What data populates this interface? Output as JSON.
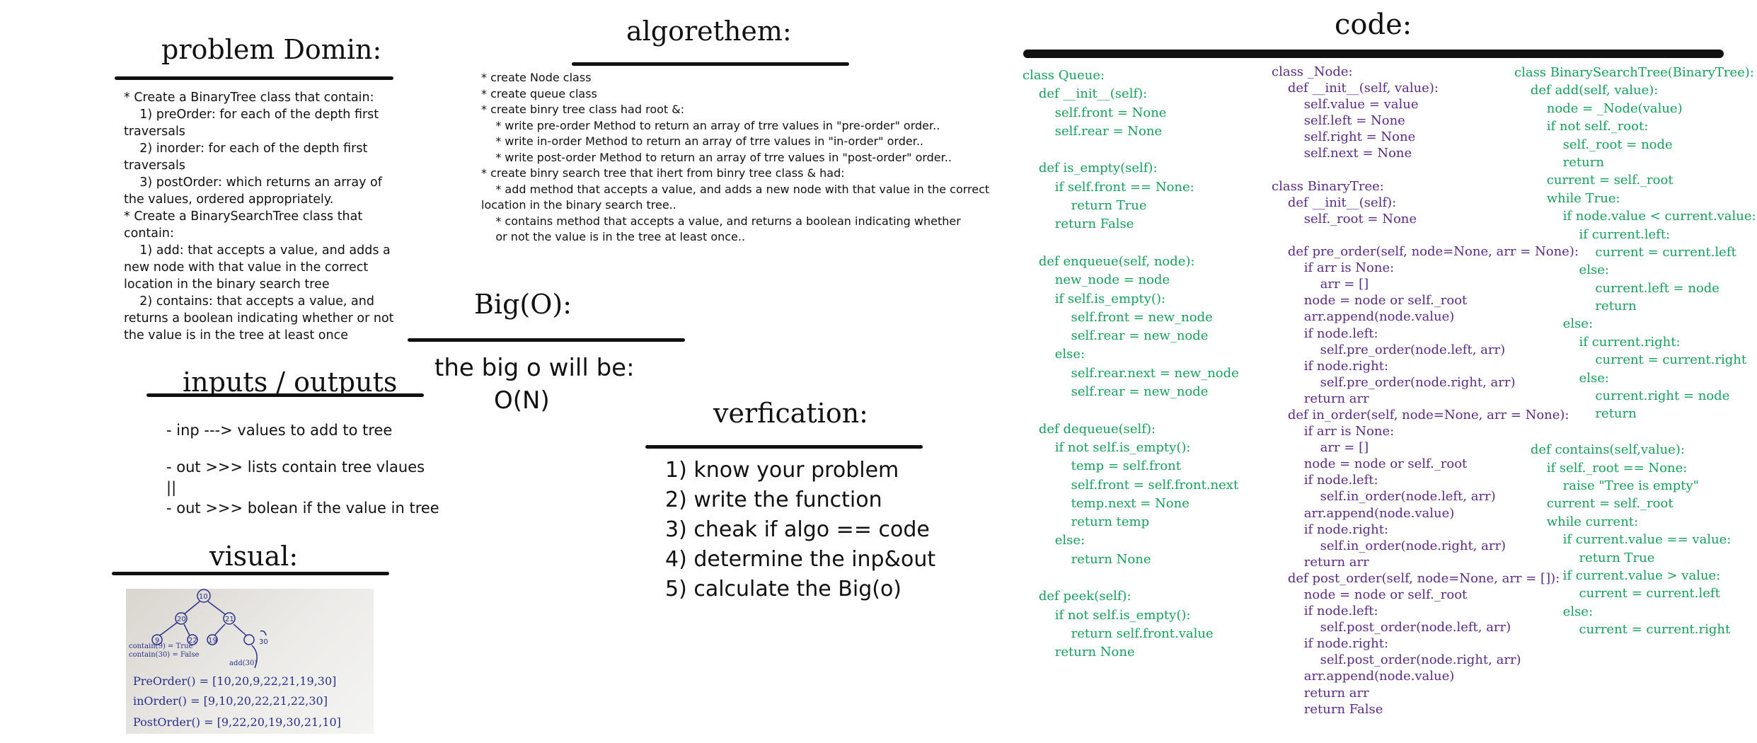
{
  "headings": {
    "problem": "problem Domin:",
    "algorithm": "algorethem:",
    "code": "code:",
    "bigo": "Big(O):",
    "io": "inputs / outputs",
    "verification": "verfication:",
    "visual": "visual:"
  },
  "problem_text": "* Create a BinaryTree class that contain:\n    1) preOrder: for each of the depth first traversals\n    2) inorder: for each of the depth first traversals\n    3) postOrder: which returns an array of the values, ordered appropriately.\n* Create a BinarySearchTree class that contain:\n    1) add: that accepts a value, and adds a new node with that value in the correct location in the binary search tree\n    2) contains: that accepts a value, and returns a boolean indicating whether or not the value is in the tree at least once",
  "algorithm_lines": [
    "* create Node class",
    "* create queue class",
    "* create binry tree class had root &:",
    "    * write pre-order Method to return an array of trre values in \"pre-order\" order..",
    "    * write in-order Method to return an array of trre values in \"in-order\" order..",
    "    * write post-order Method to return an array of trre values in \"post-order\" order..",
    "* create binry search tree that ihert from binry tree class & had:",
    "    * add method that accepts a value, and adds a new node with that value in the correct",
    "location in the binary search tree..",
    "    * contains method that accepts a value, and returns a boolean indicating whether",
    "    or not the value is in the tree at least once.."
  ],
  "bigo_text": {
    "line1": "the big o will be:",
    "line2": "O(N)"
  },
  "io_lines": [
    "- inp ---> values to add to tree",
    "",
    "- out >>> lists contain tree vlaues",
    "||",
    "- out >>> bolean if the value in tree"
  ],
  "verification_lines": [
    "1) know your problem",
    "2) write the function",
    "3) cheak if algo == code",
    "4) determine the inp&out",
    "5) calculate the Big(o)"
  ],
  "visual_photo": {
    "root": "10",
    "nodes": [
      "20",
      "21",
      "9",
      "22",
      "19"
    ],
    "contain_true": "contain(9) = True",
    "contain_false": "contain(30) = False",
    "add": "add(30)",
    "added_node": "30",
    "preorder": "PreOrder() = [10,20,9,22,21,19,30]",
    "inorder": "inOrder() = [9,10,20,22,21,22,30]",
    "postorder": "PostOrder() = [9,22,20,19,30,21,10]"
  },
  "code_col1": [
    "class Queue:",
    "    def __init__(self):",
    "        self.front = None",
    "        self.rear = None",
    "",
    "    def is_empty(self):",
    "        if self.front == None:",
    "            return True",
    "        return False",
    "",
    "    def enqueue(self, node):",
    "        new_node = node",
    "        if self.is_empty():",
    "            self.front = new_node",
    "            self.rear = new_node",
    "        else:",
    "            self.rear.next = new_node",
    "            self.rear = new_node",
    "",
    "    def dequeue(self):",
    "        if not self.is_empty():",
    "            temp = self.front",
    "            self.front = self.front.next",
    "            temp.next = None",
    "            return temp",
    "        else:",
    "            return None",
    "",
    "    def peek(self):",
    "        if not self.is_empty():",
    "            return self.front.value",
    "        return None"
  ],
  "code_col2": [
    "class _Node:",
    "    def __init__(self, value):",
    "        self.value = value",
    "        self.left = None",
    "        self.right = None",
    "        self.next = None",
    "",
    "class BinaryTree:",
    "    def __init__(self):",
    "        self._root = None",
    "",
    "    def pre_order(self, node=None, arr = None):",
    "        if arr is None:",
    "            arr = []",
    "        node = node or self._root",
    "        arr.append(node.value)",
    "        if node.left:",
    "            self.pre_order(node.left, arr)",
    "        if node.right:",
    "            self.pre_order(node.right, arr)",
    "        return arr",
    "    def in_order(self, node=None, arr = None):",
    "        if arr is None:",
    "            arr = []",
    "        node = node or self._root",
    "        if node.left:",
    "            self.in_order(node.left, arr)",
    "        arr.append(node.value)",
    "        if node.right:",
    "            self.in_order(node.right, arr)",
    "        return arr",
    "    def post_order(self, node=None, arr = []):",
    "        node = node or self._root",
    "        if node.left:",
    "            self.post_order(node.left, arr)",
    "        if node.right:",
    "            self.post_order(node.right, arr)",
    "        arr.append(node.value)",
    "        return arr",
    "        return False"
  ],
  "code_col3": [
    "class BinarySearchTree(BinaryTree):",
    "    def add(self, value):",
    "        node = _Node(value)",
    "        if not self._root:",
    "            self._root = node",
    "            return",
    "        current = self._root",
    "        while True:",
    "            if node.value < current.value:",
    "                if current.left:",
    "                    current = current.left",
    "                else:",
    "                    current.left = node",
    "                    return",
    "            else:",
    "                if current.right:",
    "                    current = current.right",
    "                else:",
    "                    current.right = node",
    "                    return",
    "",
    "    def contains(self,value):",
    "        if self._root == None:",
    "            raise \"Tree is empty\"",
    "        current = self._root",
    "        while current:",
    "            if current.value == value:",
    "                return True",
    "            if current.value > value:",
    "                current = current.left",
    "            else:",
    "                current = current.right"
  ],
  "colors": {
    "code_green": "#14a05a",
    "code_purple": "#5a2a86",
    "ink": "#111111",
    "photo_ink": "#2a2f8a"
  }
}
